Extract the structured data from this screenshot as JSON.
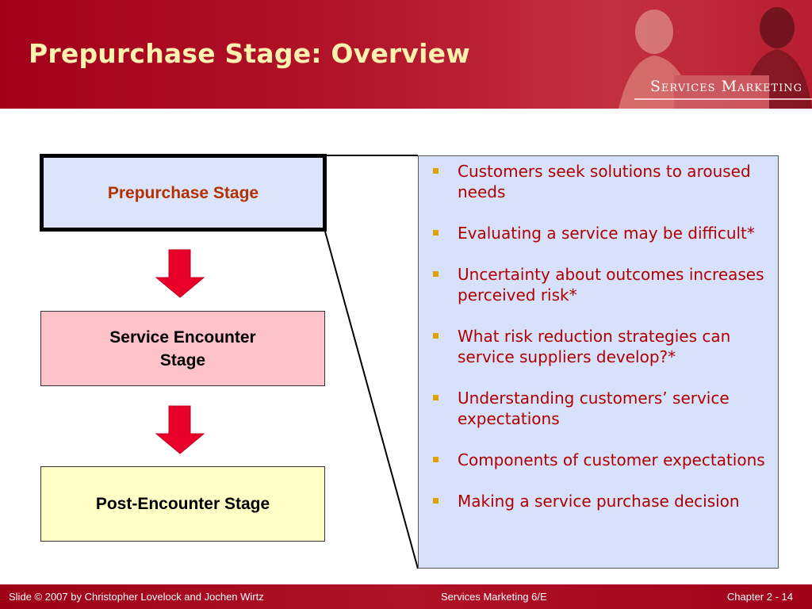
{
  "slide": {
    "title": "Prepurchase Stage: Overview",
    "brand": "Services Marketing"
  },
  "stages": [
    {
      "label": "Prepurchase Stage"
    },
    {
      "label": "Service Encounter Stage",
      "line1": "Service Encounter",
      "line2": "Stage"
    },
    {
      "label": "Post-Encounter Stage"
    }
  ],
  "details": {
    "bullets": [
      "Customers seek solutions to aroused needs",
      "Evaluating a service may be difficult*",
      "Uncertainty about outcomes increases perceived risk*",
      "What risk reduction strategies can service suppliers develop?*",
      "Understanding customers’ service expectations",
      "Components of customer expectations",
      "Making a service purchase decision"
    ]
  },
  "footer": {
    "left": "Slide © 2007 by Christopher Lovelock and Jochen Wirtz",
    "center": "Services Marketing 6/E",
    "right": "Chapter  2 - 14"
  },
  "colors": {
    "header_red": "#a3001a",
    "title_text": "#fff2b0",
    "bullet_text": "#b00000",
    "bullet_marker": "#e0a000",
    "arrow_red": "#e8002a",
    "stage1_fill": "#dce4fb",
    "stage2_fill": "#ffc2c8",
    "stage3_fill": "#ffffc6"
  },
  "icons": {
    "flow_arrows": "arrow-down-icon",
    "bullet_marker": "square-bullet-icon",
    "header_image": "office-people-photo"
  }
}
